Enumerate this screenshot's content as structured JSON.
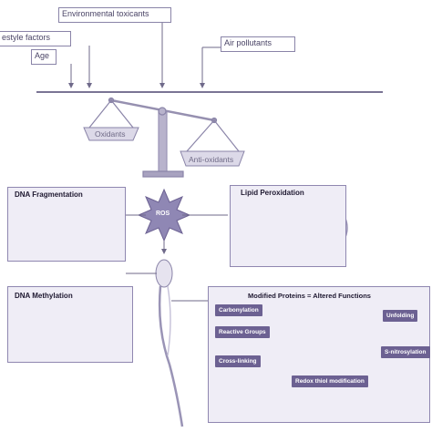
{
  "factors": {
    "environmental": "Environmental toxicants",
    "lifestyle": "estyle factors",
    "age": "Age",
    "air": "Air pollutants"
  },
  "balance": {
    "oxidants": "Oxidants",
    "antioxidants": "Anti-oxidants"
  },
  "ros": "ROS",
  "panels": {
    "dna_fragmentation": "DNA Fragmentation",
    "lipid_peroxidation": "Lipid Peroxidation",
    "dna_methylation": "DNA Methylation",
    "modified_proteins": {
      "title": "Modified Proteins = Altered Functions",
      "tags": {
        "carbonylation": "Carbonylation",
        "reactive_groups": "Reactive Groups",
        "cross_linking": "Cross-linking",
        "unfolding": "Unfolding",
        "s_nitrosylation": "S-nitrosylation",
        "redox": "Redox thiol modification"
      }
    }
  },
  "colors": {
    "accent": "#6c6192",
    "panel_bg": "#efedf6",
    "line": "#8a84a8"
  }
}
